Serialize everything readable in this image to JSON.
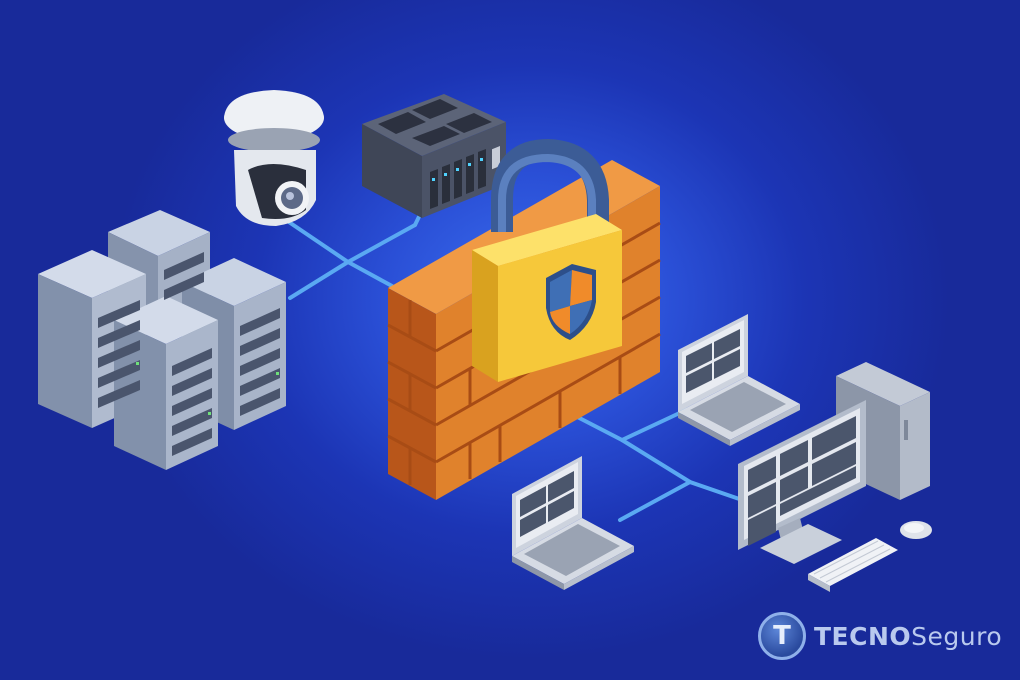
{
  "brand": {
    "logo_letter": "T",
    "name_bold": "TECNO",
    "name_rest": "Seguro"
  },
  "colors": {
    "background": "#1c35b5",
    "network_line": "#5aa9f2",
    "firewall_brick": "#e0822c",
    "padlock_body": "#f6c83a",
    "shield_blue": "#3f6fb5",
    "shield_orange": "#f08b2a"
  },
  "icons": [
    "cctv-dome-camera-icon",
    "nvr-storage-icon",
    "server-rack-icon",
    "firewall-icon",
    "padlock-icon",
    "security-shield-icon",
    "laptop-icon",
    "desktop-pc-icon",
    "monitor-icon",
    "keyboard-icon",
    "mouse-icon"
  ]
}
